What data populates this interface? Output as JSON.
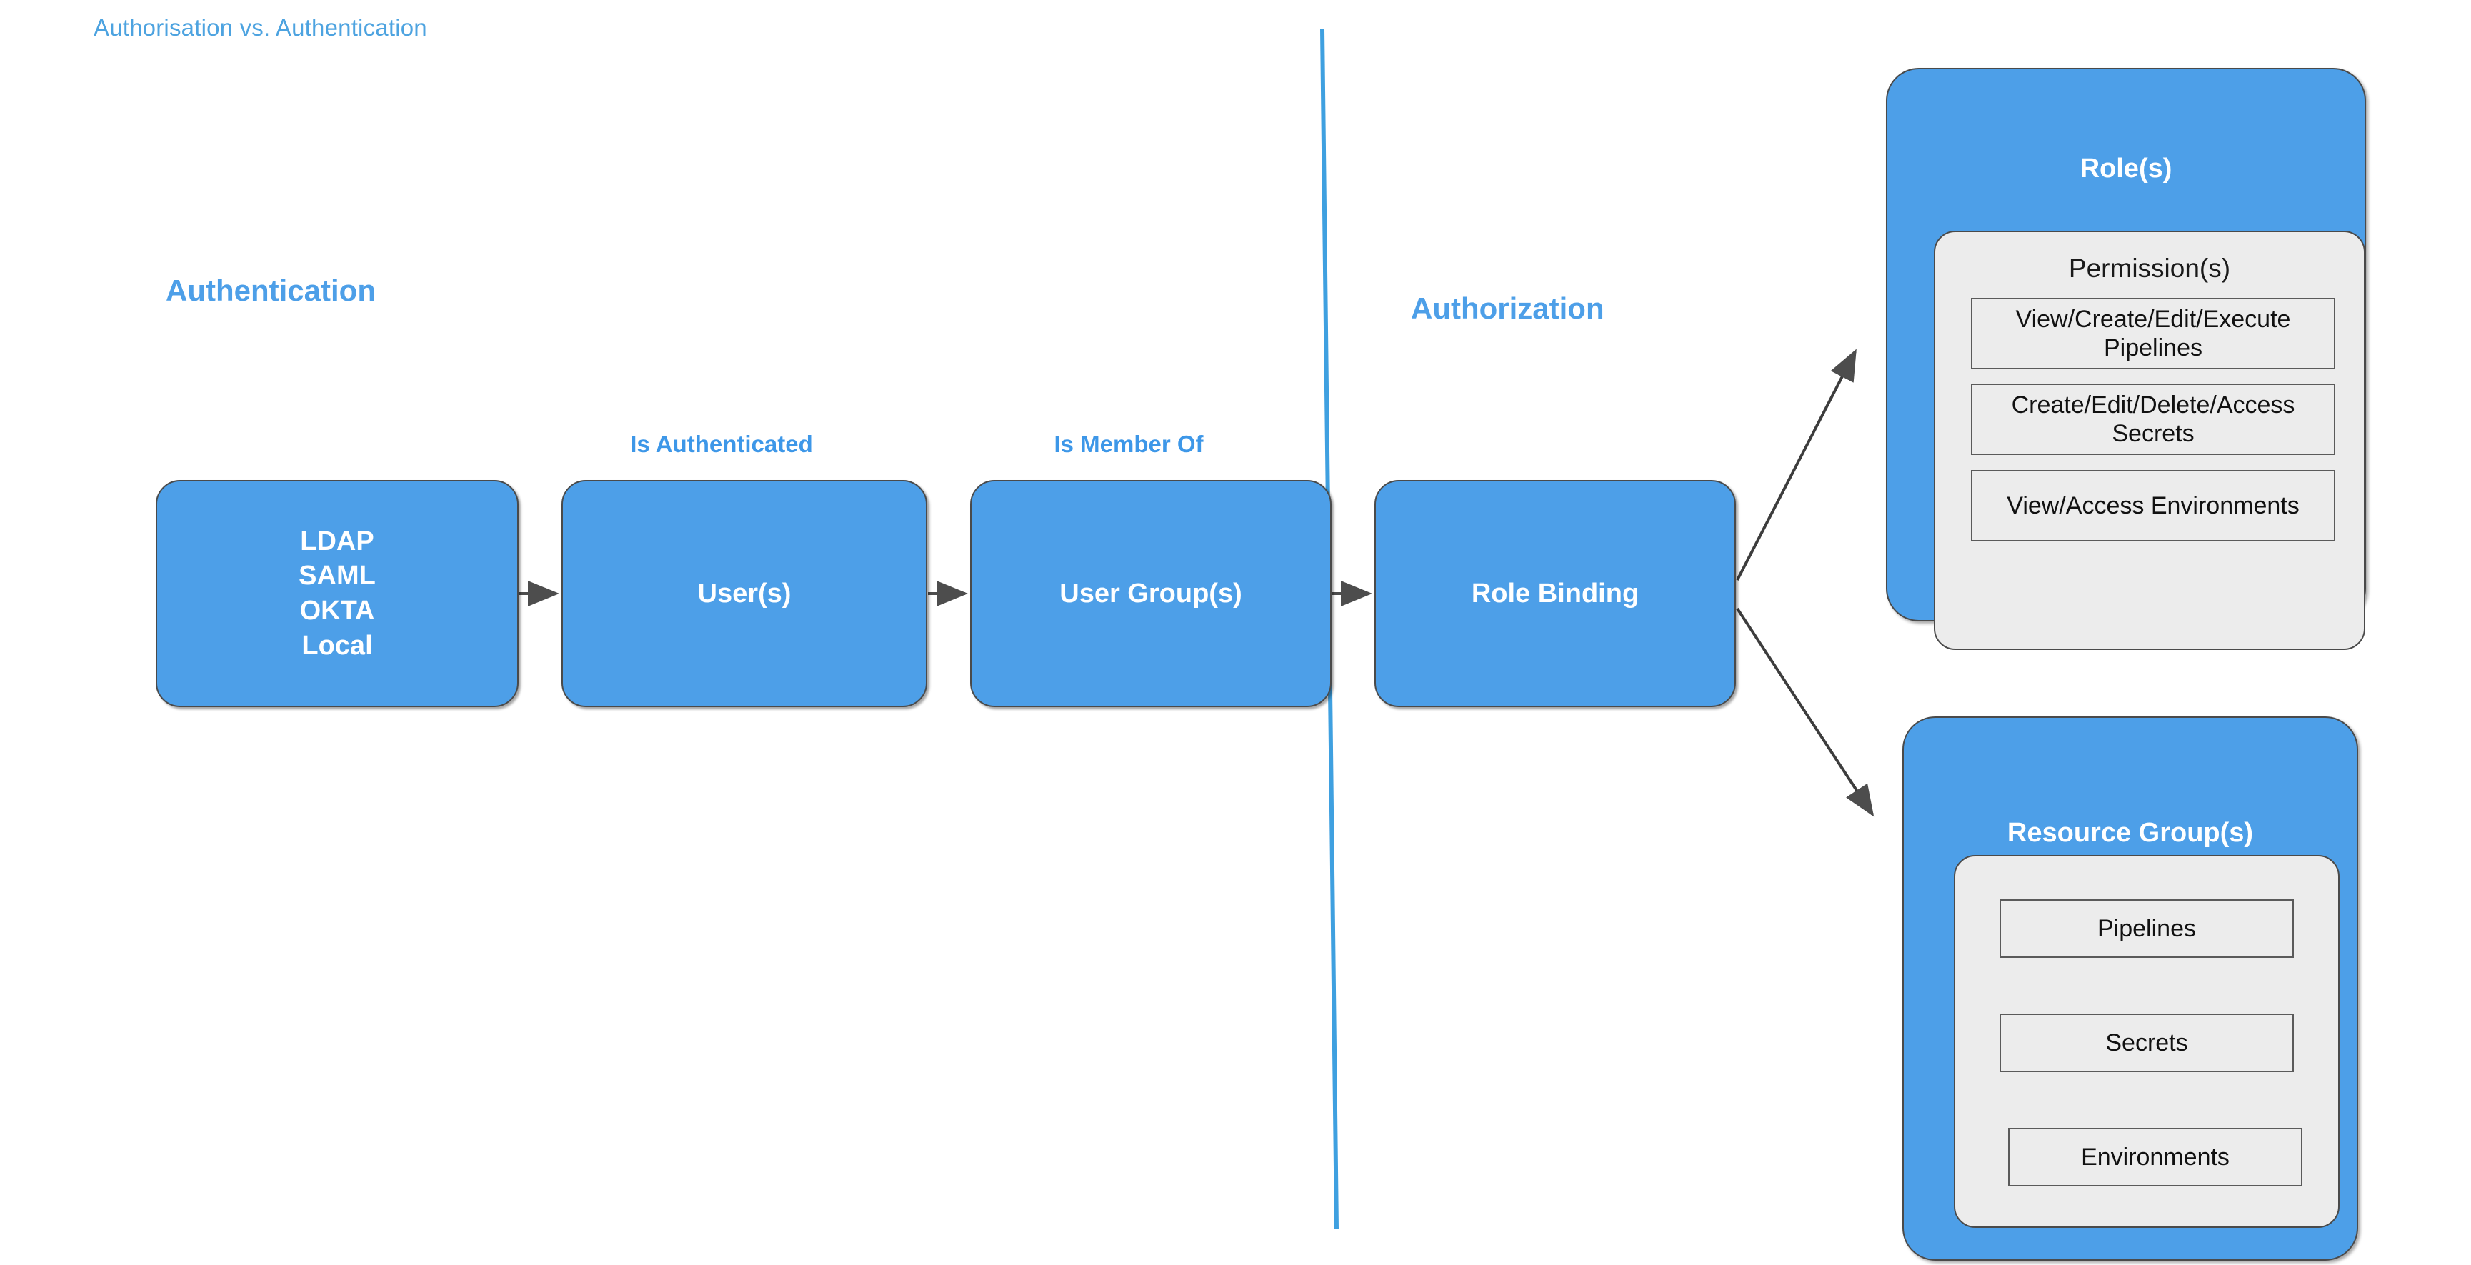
{
  "title": "Authorisation vs. Authentication",
  "sections": {
    "authentication_heading": "Authentication",
    "authorization_heading": "Authorization"
  },
  "edge_labels": {
    "is_authenticated": "Is Authenticated",
    "is_member_of": "Is Member Of"
  },
  "flow": {
    "identity_providers": {
      "lines": [
        "LDAP",
        "SAML",
        "OKTA",
        "Local"
      ]
    },
    "users_label": "User(s)",
    "user_groups_label": "User Group(s)",
    "role_binding_label": "Role Binding"
  },
  "roles_card": {
    "title": "Role(s)",
    "panel_title": "Permission(s)",
    "permissions": [
      "View/Create/Edit/Execute Pipelines",
      "Create/Edit/Delete/Access Secrets",
      "View/Access Environments"
    ]
  },
  "resource_groups_card": {
    "title": "Resource Group(s)",
    "resources": [
      "Pipelines",
      "Secrets",
      "Environments"
    ]
  },
  "colors": {
    "title_blue": "#4da3e0",
    "heading_blue": "#4d9fe8",
    "box_blue": "#4d9fe8",
    "panel_grey": "#ececec",
    "stroke_dark": "#4a4a4a",
    "divider_blue": "#3fa0e0",
    "arrow_grey": "#4d4d4d",
    "box_text": "#ffffff",
    "chip_text": "#111111"
  }
}
